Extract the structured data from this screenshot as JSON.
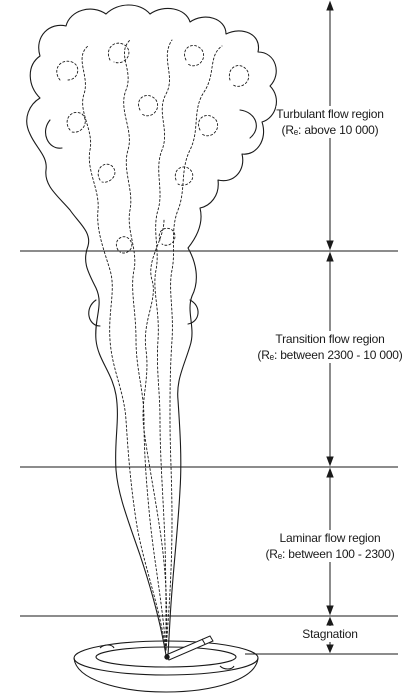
{
  "regions": [
    {
      "id": "turbulent",
      "title": "Turbulant flow region",
      "detail": "(Rₑ: above 10 000)"
    },
    {
      "id": "transition",
      "title": "Transition flow region",
      "detail": "(Rₑ: between 2300 - 10 000)"
    },
    {
      "id": "laminar",
      "title": "Laminar flow region",
      "detail": "(Rₑ: between 100 - 2300)"
    },
    {
      "id": "stagnation",
      "title": "Stagnation",
      "detail": ""
    }
  ],
  "colors": {
    "ink": "#1a1a1a",
    "background": "#ffffff"
  }
}
